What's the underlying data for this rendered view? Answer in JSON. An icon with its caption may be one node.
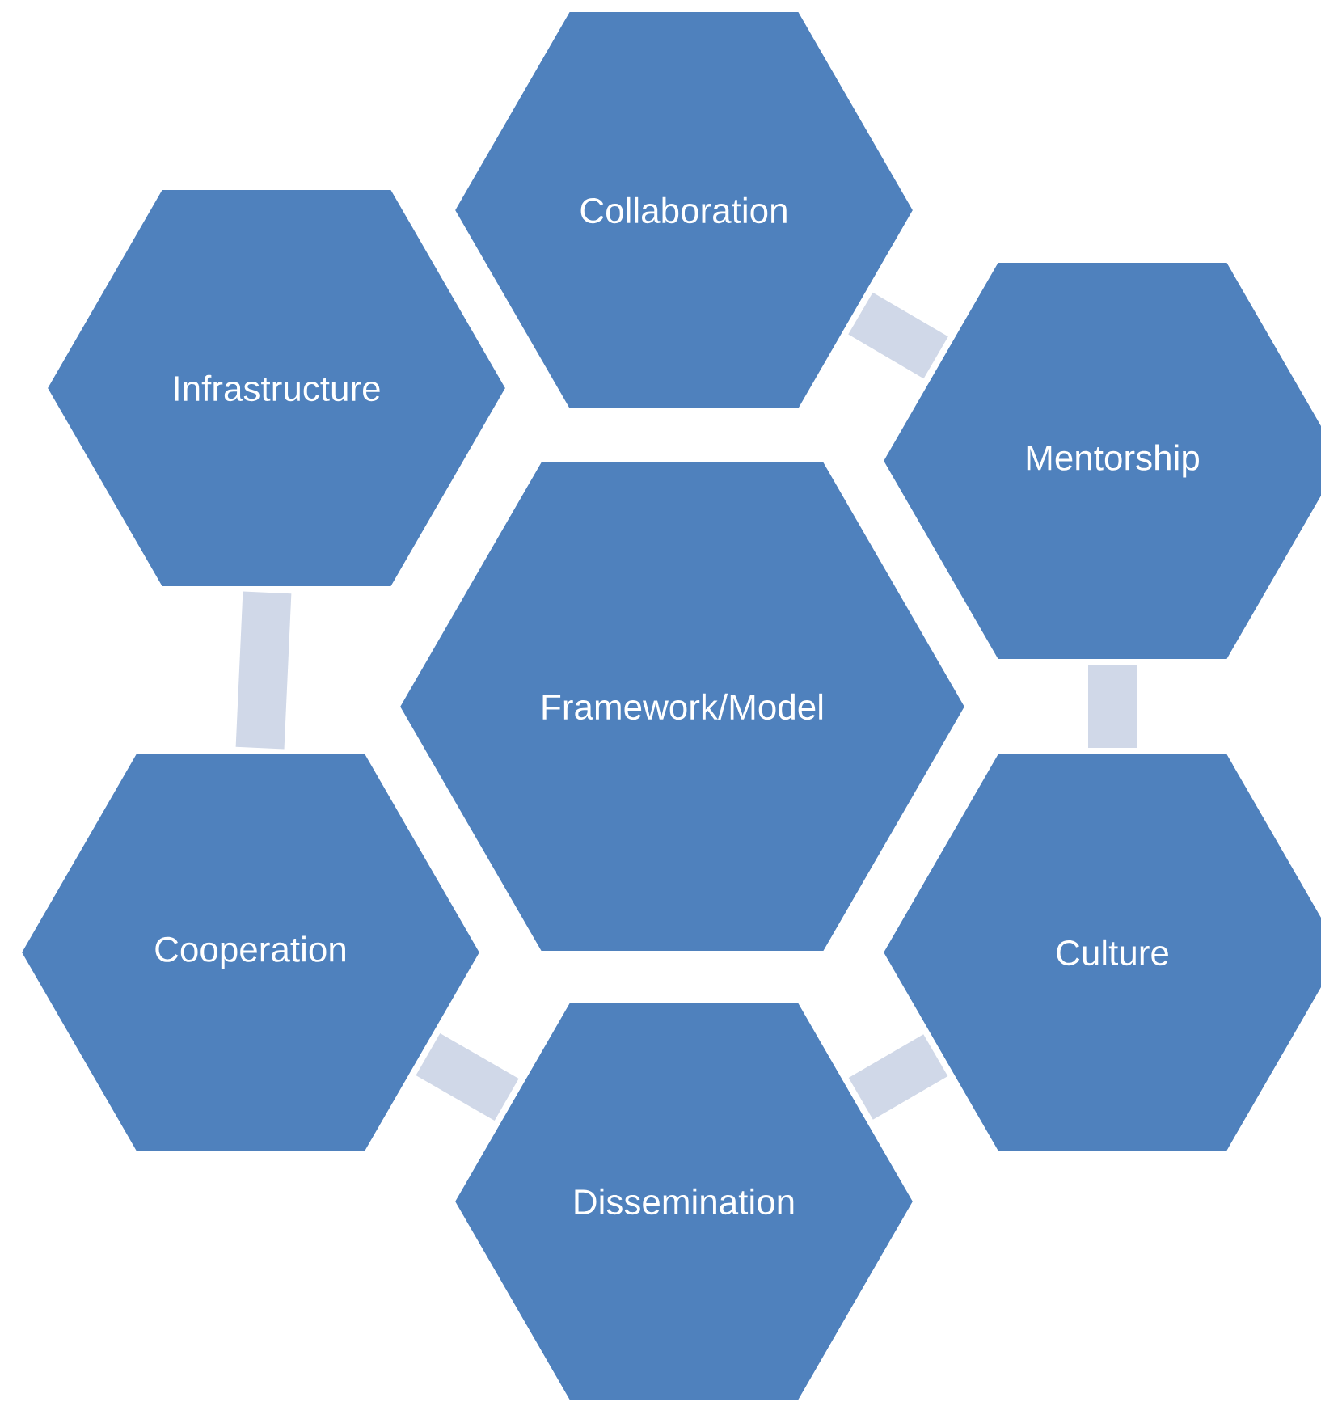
{
  "diagram": {
    "nodes": [
      {
        "text": [
          "Collaboration"
        ]
      },
      {
        "text": [
          "Infrastructure"
        ]
      },
      {
        "text": [
          "Mentorship"
        ]
      },
      {
        "text": [
          "Framework/Model"
        ]
      },
      {
        "text": [
          "Cooperation"
        ]
      },
      {
        "text": [
          "Culture"
        ]
      },
      {
        "text": [
          "Dissemination"
        ]
      }
    ],
    "edges": [
      {
        "from": 0,
        "to": 2,
        "arrow": "none"
      },
      {
        "from": 2,
        "to": 5,
        "arrow": "none"
      },
      {
        "from": 5,
        "to": 6,
        "arrow": "none"
      },
      {
        "from": 6,
        "to": 4,
        "arrow": "none"
      },
      {
        "from": 4,
        "to": 1,
        "arrow": "none"
      }
    ]
  }
}
